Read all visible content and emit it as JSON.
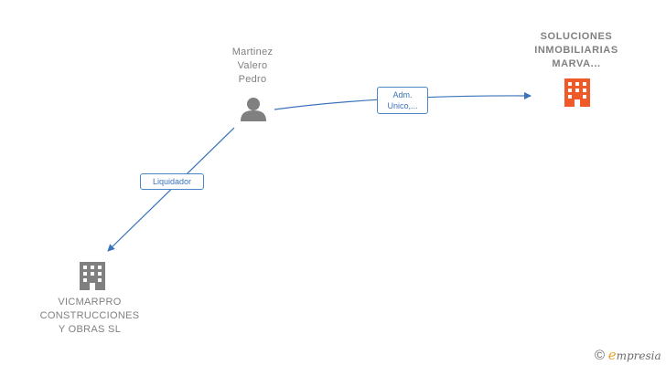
{
  "person": {
    "name_lines": [
      "Martinez",
      "Valero",
      "Pedro"
    ],
    "icon": "person-icon"
  },
  "company_main": {
    "name_lines": [
      "SOLUCIONES",
      "INMOBILIARIAS",
      "MARVA..."
    ],
    "icon": "building-icon",
    "color": "#f05a28"
  },
  "company_sub": {
    "name_lines": [
      "VICMARPRO",
      "CONSTRUCCIONES",
      "Y OBRAS SL"
    ],
    "icon": "building-icon",
    "color": "#808080"
  },
  "edges": {
    "adm": {
      "lines": [
        "Adm.",
        "Unico,..."
      ]
    },
    "liq": {
      "label": "Liquidador"
    }
  },
  "colors": {
    "edge": "#3b73b9",
    "person": "#808080"
  },
  "brand": {
    "symbol": "©",
    "e": "e",
    "rest": "mpresia"
  }
}
